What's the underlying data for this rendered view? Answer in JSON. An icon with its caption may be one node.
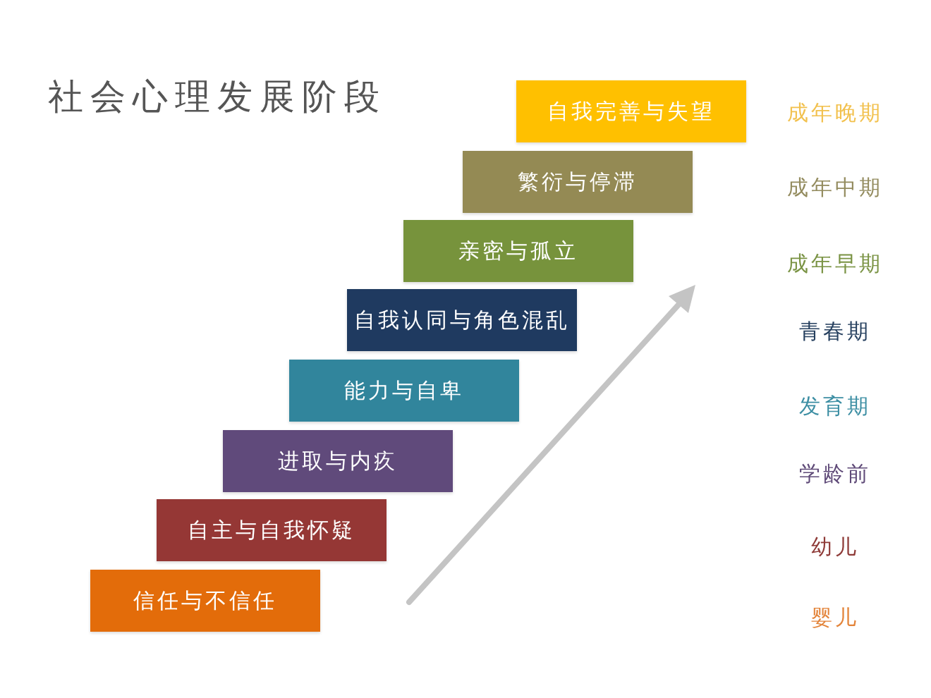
{
  "diagram": {
    "title": "社会心理发展阶段",
    "nodes": [
      {
        "text": [
          "自我完善与失望"
        ]
      },
      {
        "text": [
          "繁衍与停滞"
        ]
      },
      {
        "text": [
          "亲密与孤立"
        ]
      },
      {
        "text": [
          "自我认同与角色混乱"
        ]
      },
      {
        "text": [
          "能力与自卑"
        ]
      },
      {
        "text": [
          "进取与内疚"
        ]
      },
      {
        "text": [
          "自主与自我怀疑"
        ]
      },
      {
        "text": [
          "信任与不信任"
        ]
      }
    ],
    "labels": [
      "成年晚期",
      "成年中期",
      "成年早期",
      "青春期",
      "发育期",
      "学龄前",
      "幼儿",
      "婴儿"
    ]
  }
}
